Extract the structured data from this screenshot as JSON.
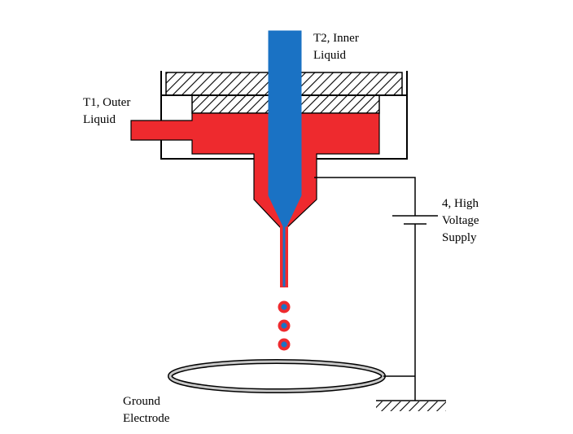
{
  "labels": {
    "inner_liquid_line1": "T2, Inner",
    "inner_liquid_line2": "Liquid",
    "outer_liquid_line1": "T1, Outer",
    "outer_liquid_line2": "Liquid",
    "supply_line1": "4, High",
    "supply_line2": "Voltage",
    "supply_line3": "Supply",
    "electrode_line1": "Ground",
    "electrode_line2": "Electrode"
  },
  "colors": {
    "inner_liquid": "#1a72c4",
    "outer_liquid": "#ee2a2e",
    "hatch": "#000000",
    "line": "#000000",
    "electrode_fill": "#c8c8c8"
  }
}
